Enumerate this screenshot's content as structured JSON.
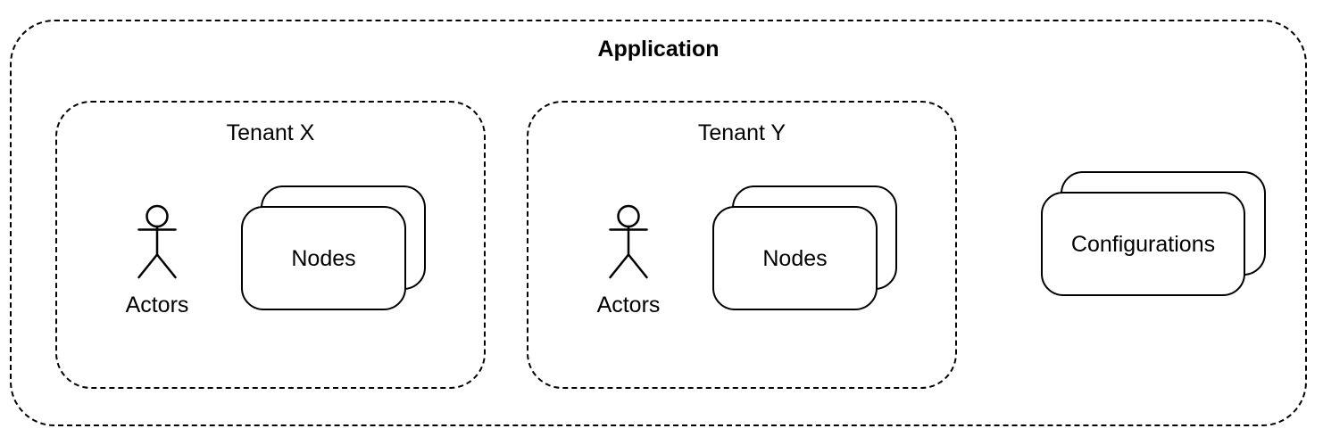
{
  "application": {
    "label": "Application"
  },
  "tenants": [
    {
      "label": "Tenant X",
      "actors_label": "Actors",
      "nodes_label": "Nodes"
    },
    {
      "label": "Tenant Y",
      "actors_label": "Actors",
      "nodes_label": "Nodes"
    }
  ],
  "configurations": {
    "label": "Configurations"
  },
  "colors": {
    "stroke": "#000000",
    "background": "#ffffff"
  }
}
